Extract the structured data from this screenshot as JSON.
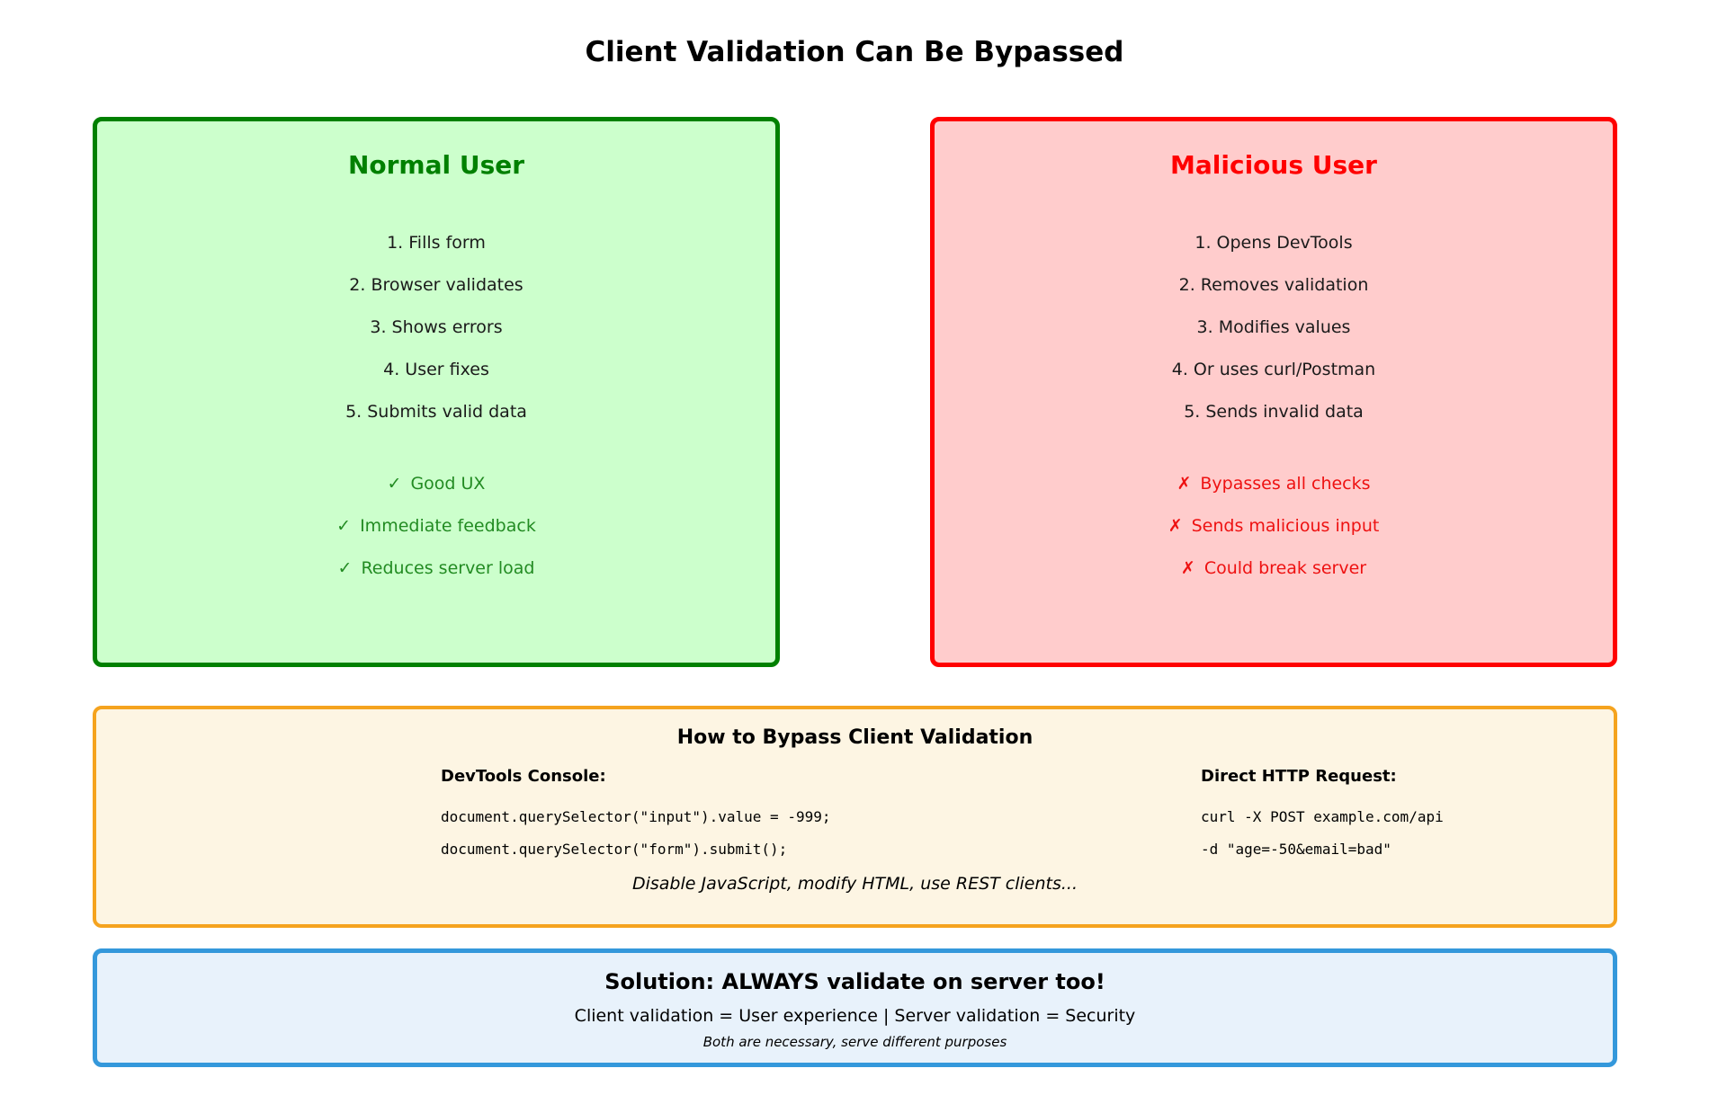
{
  "title": "Client Validation Can Be Bypassed",
  "colors": {
    "normal_border": "#008000",
    "normal_bg": "#ccffcc",
    "normal_accent": "#228B22",
    "malicious_border": "#ff0000",
    "malicious_bg": "#ffcccc",
    "malicious_accent": "#ee1111",
    "bypass_border": "#F5A31E",
    "bypass_bg": "#FDF5E3",
    "solution_border": "#3498DB",
    "solution_bg": "#E8F2FB"
  },
  "panels": {
    "normal": {
      "title": "Normal User",
      "steps": [
        "1. Fills form",
        "2. Browser validates",
        "3. Shows errors",
        "4. User fixes",
        "5. Submits valid data"
      ],
      "points": [
        {
          "icon": "✓",
          "label": "Good UX"
        },
        {
          "icon": "✓",
          "label": "Immediate feedback"
        },
        {
          "icon": "✓",
          "label": "Reduces server load"
        }
      ]
    },
    "malicious": {
      "title": "Malicious User",
      "steps": [
        "1. Opens DevTools",
        "2. Removes validation",
        "3. Modifies values",
        "4. Or uses curl/Postman",
        "5. Sends invalid data"
      ],
      "points": [
        {
          "icon": "✗",
          "label": "Bypasses all checks"
        },
        {
          "icon": "✗",
          "label": "Sends malicious input"
        },
        {
          "icon": "✗",
          "label": "Could break server"
        }
      ]
    }
  },
  "bypass": {
    "title": "How to Bypass Client Validation",
    "columns": [
      {
        "heading": "DevTools Console:",
        "code": [
          "document.querySelector(\"input\").value = -999;",
          "document.querySelector(\"form\").submit();"
        ]
      },
      {
        "heading": "Direct HTTP Request:",
        "code": [
          "curl -X POST example.com/api",
          "-d \"age=-50&email=bad\""
        ]
      }
    ],
    "note": "Disable JavaScript, modify HTML, use REST clients..."
  },
  "solution": {
    "title": "Solution: ALWAYS validate on server too!",
    "line2": "Client validation = User experience | Server validation = Security",
    "line3": "Both are necessary, serve different purposes"
  }
}
